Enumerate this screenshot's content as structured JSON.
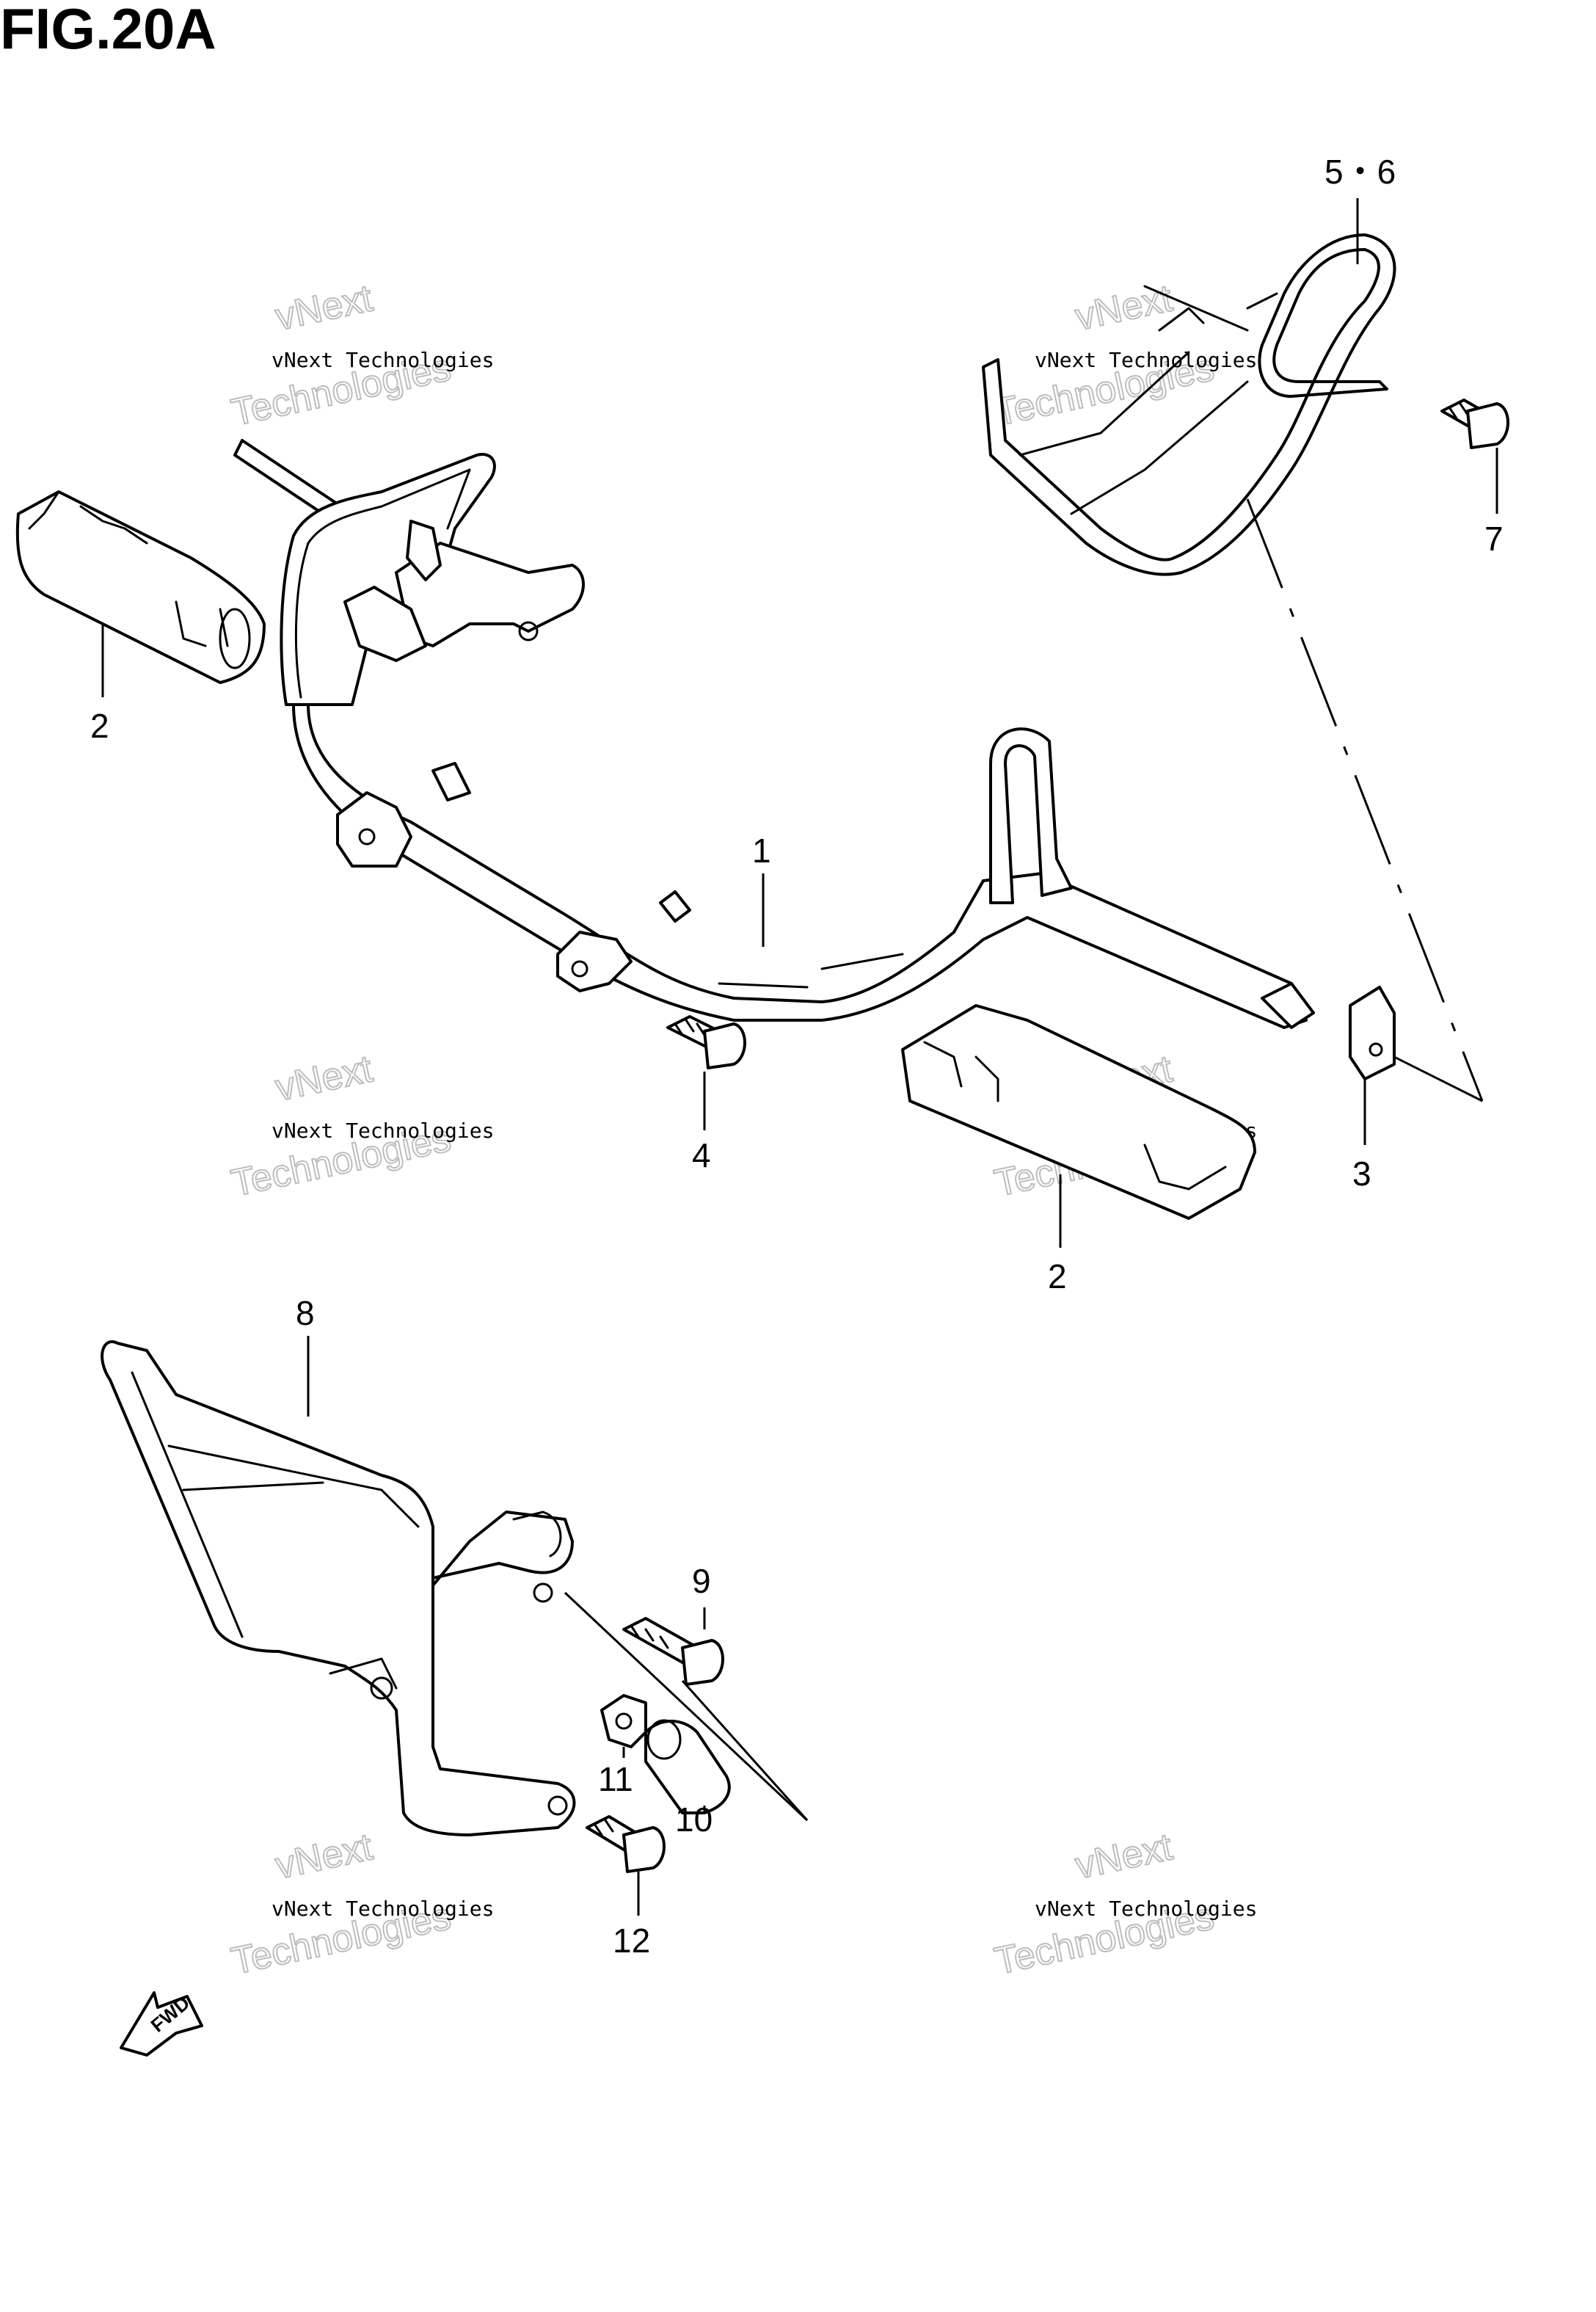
{
  "figure": {
    "title": "FIG.20A"
  },
  "callouts": [
    {
      "id": "1",
      "label": "1"
    },
    {
      "id": "2a",
      "label": "2"
    },
    {
      "id": "2b",
      "label": "2"
    },
    {
      "id": "3",
      "label": "3"
    },
    {
      "id": "4",
      "label": "4"
    },
    {
      "id": "56",
      "label": "5・6"
    },
    {
      "id": "7",
      "label": "7"
    },
    {
      "id": "8",
      "label": "8"
    },
    {
      "id": "9",
      "label": "9"
    },
    {
      "id": "10",
      "label": "10"
    },
    {
      "id": "11",
      "label": "11"
    },
    {
      "id": "12",
      "label": "12"
    }
  ],
  "watermark": {
    "line1": "vNext Technologies",
    "line2_a": "vNext",
    "line2_b": "Technologies"
  },
  "fwd_arrow": {
    "label": "FWD",
    "icon": "fwd-arrow-icon"
  },
  "colors": {
    "ink": "#000000",
    "watermark": "#bdbdbd",
    "background": "#ffffff"
  }
}
